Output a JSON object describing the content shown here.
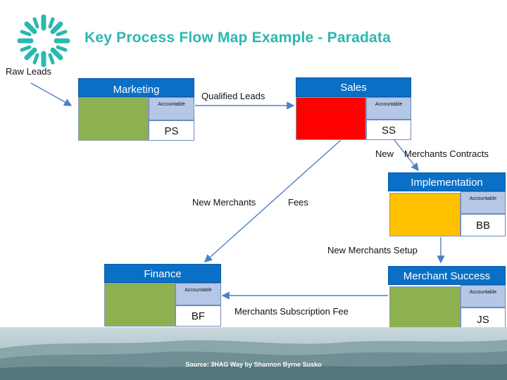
{
  "title": "Key Process Flow Map Example - Paradata",
  "colors": {
    "title": "#2bb8b0",
    "header": "#0a6fc6",
    "green": "#8db050",
    "red": "#ff0000",
    "orange": "#ffc000",
    "accountable_box": "#b4c7e7",
    "arrow": "#4f7fc4"
  },
  "nodes": {
    "marketing": {
      "label": "Marketing",
      "accountable": "Accountable",
      "initials": "PS",
      "fill": "green"
    },
    "sales": {
      "label": "Sales",
      "accountable": "Accountable",
      "initials": "SS",
      "fill": "red"
    },
    "implementation": {
      "label": "Implementation",
      "accountable": "Accountable",
      "initials": "BB",
      "fill": "orange"
    },
    "merchant_success": {
      "label": "Merchant Success",
      "accountable": "Accountable",
      "initials": "JS",
      "fill": "green"
    },
    "finance": {
      "label": "Finance",
      "accountable": "Accountable",
      "initials": "BF",
      "fill": "green"
    }
  },
  "edges": {
    "raw_leads": "Raw Leads",
    "qualified_leads": "Qualified Leads",
    "new_merchants_contracts_1": "New",
    "new_merchants_contracts_2": "Merchants Contracts",
    "new_merchants_fees_1": "New Merchants",
    "new_merchants_fees_2": "Fees",
    "new_merchants_setup": "New Merchants Setup",
    "merchants_subscription_fee": "Merchants Subscription Fee"
  },
  "footer": {
    "source": "Source: 3HAG Way by Shannon Byrne Susko"
  }
}
